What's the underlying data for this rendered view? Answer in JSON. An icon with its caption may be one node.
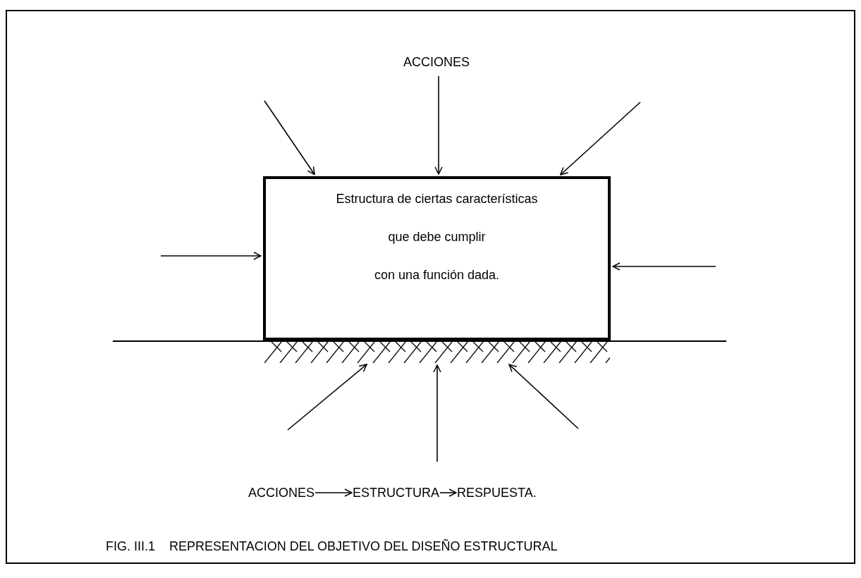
{
  "diagram": {
    "caption": "FIG. III.1    REPRESENTACION DEL OBJETIVO DEL DISEÑO ESTRUCTURAL",
    "nodes": [
      {
        "text": [
          "Estructura de ciertas características",
          "que debe cumplir",
          "con  una función dada."
        ]
      },
      {
        "text": [],
        "shape": "bar"
      },
      {
        "text": [
          "ACCIONES"
        ]
      },
      {
        "text": [
          "ESTRUCTURA"
        ]
      },
      {
        "text": [
          "RESPUESTA."
        ]
      }
    ],
    "edges": [
      {
        "from": null,
        "to": 0,
        "arrow": "to"
      },
      {
        "from": null,
        "to": 0,
        "arrow": "to"
      },
      {
        "from": null,
        "to": 0,
        "arrow": "to"
      },
      {
        "from": null,
        "to": 0,
        "arrow": "to"
      },
      {
        "from": null,
        "to": 0,
        "arrow": "to"
      },
      {
        "from": null,
        "to": 1,
        "arrow": "to"
      },
      {
        "from": null,
        "to": 1,
        "arrow": "to"
      },
      {
        "from": null,
        "to": 1,
        "arrow": "to"
      },
      {
        "from": 2,
        "to": 3,
        "arrow": "to"
      },
      {
        "from": 3,
        "to": 4,
        "arrow": "to"
      }
    ],
    "labels": [
      "ACCIONES"
    ]
  }
}
